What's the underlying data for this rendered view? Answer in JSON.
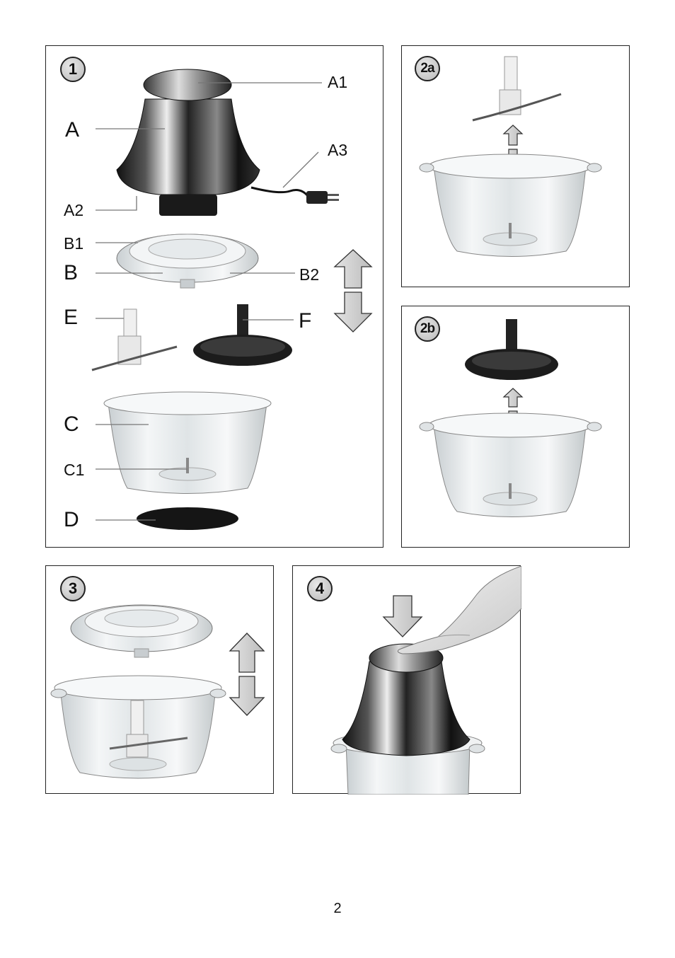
{
  "page_number": "2",
  "panels": {
    "p1": {
      "badge": "1"
    },
    "p2a": {
      "badge": "2a"
    },
    "p2b": {
      "badge": "2b"
    },
    "p3": {
      "badge": "3"
    },
    "p4": {
      "badge": "4"
    }
  },
  "part_labels": {
    "A": "A",
    "A1": "A1",
    "A2": "A2",
    "A3": "A3",
    "B": "B",
    "B1": "B1",
    "B2": "B2",
    "C": "C",
    "C1": "C1",
    "D": "D",
    "E": "E",
    "F": "F"
  },
  "colors": {
    "frame": "#222222",
    "arrow_fill": "#d0d0d0",
    "badge_fill": "#c8c8c8",
    "motor_dark": "#1a1a1a",
    "glass": "#e9eef0"
  },
  "icons": [
    "double-arrow-icon",
    "down-arrow-icon",
    "hand-icon"
  ]
}
